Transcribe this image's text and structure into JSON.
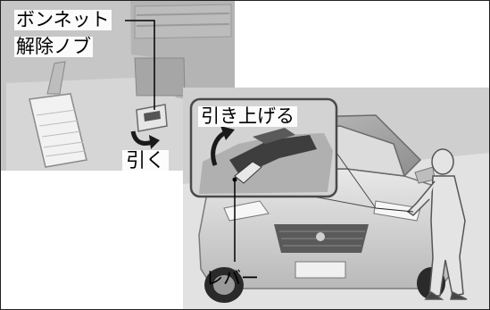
{
  "labels": {
    "hood_release_line1": "ボンネット",
    "hood_release_line2": "解除ノブ",
    "pull": "引く",
    "lift_up": "引き上げる",
    "lever": "レバー"
  },
  "colors": {
    "border": "#222222",
    "panel_gray": "#c8c8c8",
    "callout_border": "#4a4a4a"
  }
}
